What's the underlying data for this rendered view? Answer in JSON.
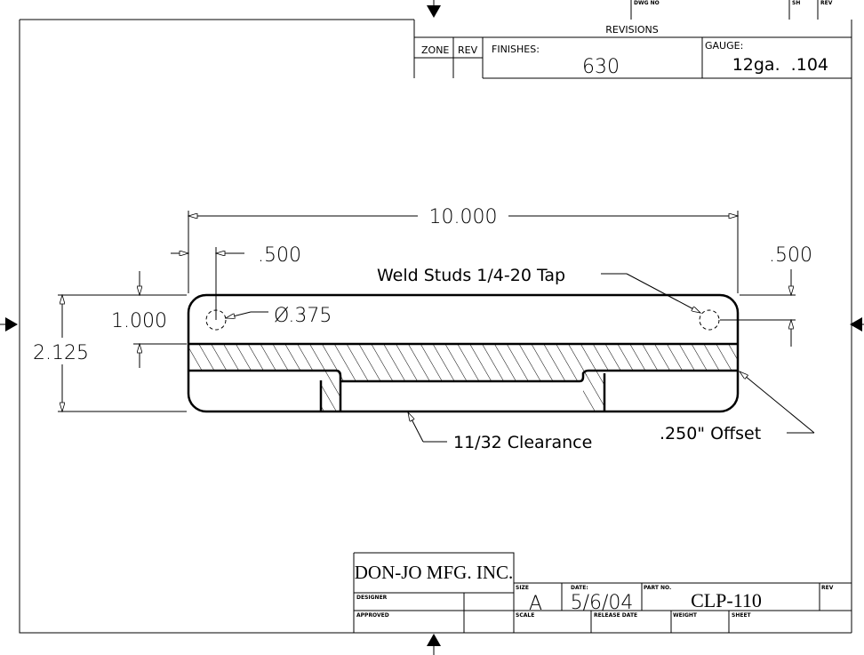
{
  "title_strip": {
    "dwg_no_label": "DWG NO",
    "sh_label": "SH",
    "rev_label": "REV"
  },
  "revisions": {
    "title": "REVISIONS",
    "zone_label": "ZONE",
    "rev_label": "REV",
    "finishes_label": "FINISHES:",
    "finishes_value": "630",
    "gauge_label": "GAUGE:",
    "gauge_value": "12ga.  .104"
  },
  "drawing": {
    "overall_length": "10.000",
    "left_hole_offset": ".500",
    "right_hole_offset": ".500",
    "hole_height": "1.000",
    "overall_height": "2.125",
    "hole_diameter": "Ø.375",
    "weld_studs_note": "Weld Studs 1/4-20 Tap",
    "clearance_note": "11/32 Clearance",
    "offset_note": ".250\" Offset"
  },
  "title_block": {
    "company": "DON-JO MFG. INC.",
    "designer_label": "DESIGNER",
    "approved_label": "APPROVED",
    "size_label": "SIZE",
    "size_value": "A",
    "date_label": "DATE:",
    "date_value": "5/6/04",
    "part_no_label": "PART NO.",
    "part_no_value": "CLP-110",
    "rev_label": "REV",
    "scale_label": "SCALE",
    "release_date_label": "RELEASE DATE",
    "weight_label": "WEIGHT",
    "sheet_label": "SHEET"
  }
}
